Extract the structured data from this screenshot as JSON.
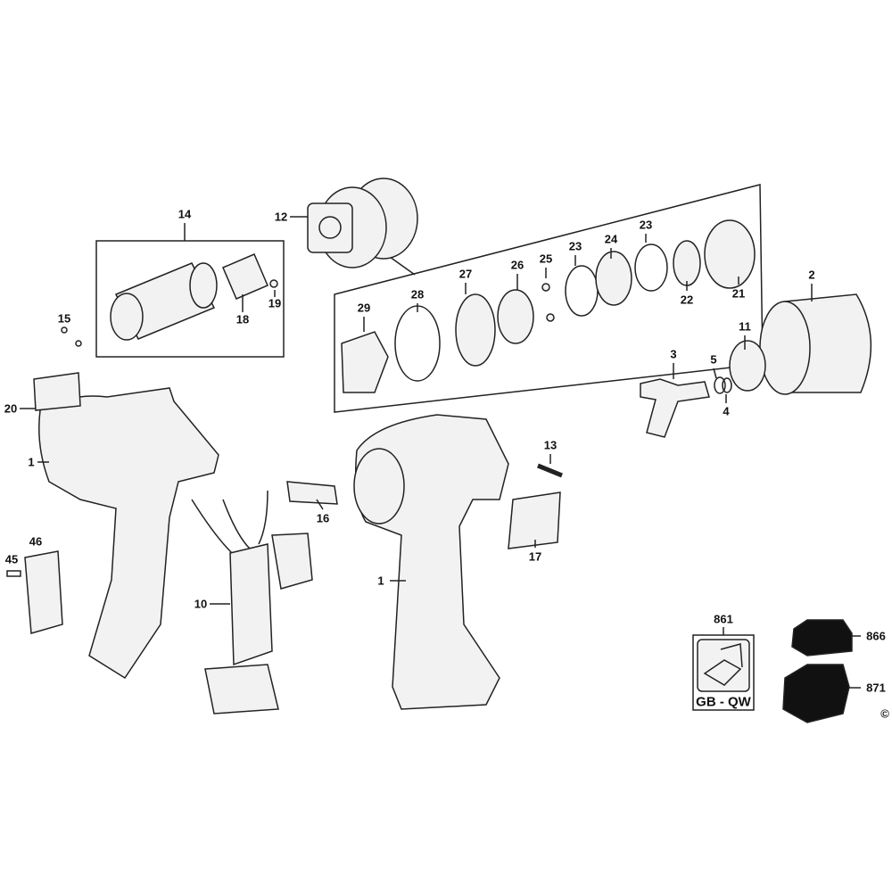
{
  "callouts": {
    "c14": "14",
    "c12": "12",
    "c15": "15",
    "c18": "18",
    "c19": "19",
    "c29": "29",
    "c28": "28",
    "c27": "27",
    "c26": "26",
    "c25": "25",
    "c23a": "23",
    "c24": "24",
    "c23b": "23",
    "c22": "22",
    "c21": "21",
    "c2": "2",
    "c11": "11",
    "c3": "3",
    "c5": "5",
    "c4": "4",
    "c20": "20",
    "c1a": "1",
    "c13": "13",
    "c16": "16",
    "c46": "46",
    "c45": "45",
    "c17": "17",
    "c10": "10",
    "c1b": "1",
    "c861": "861",
    "c866": "866",
    "c871": "871"
  },
  "kit_box_label": "GB - QW",
  "copyright_mark": "©",
  "colors": {
    "line": "#222222",
    "fill_light": "#f2f2f2",
    "fill_dark": "#111111"
  }
}
